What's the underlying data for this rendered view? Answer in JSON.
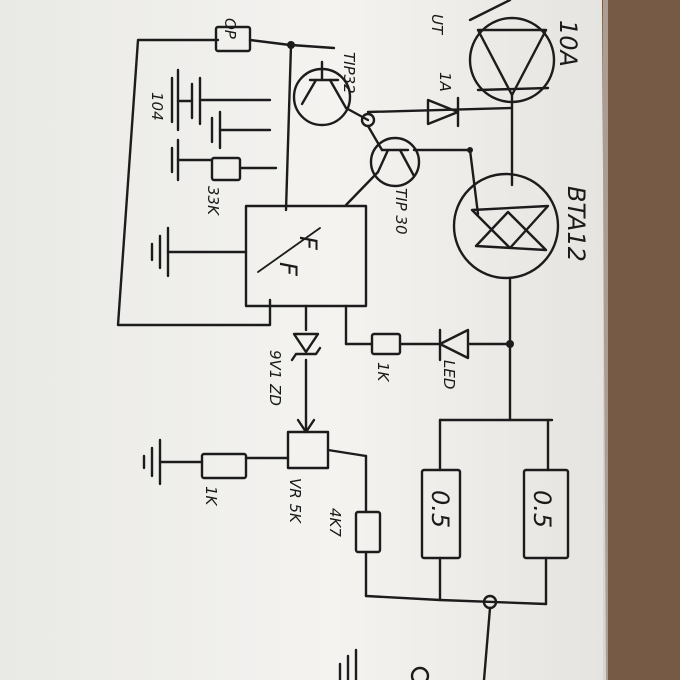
{
  "labels": {
    "out_partial": "UT",
    "top_partial": "OP",
    "fuse": "10A",
    "diode_top": "1A",
    "tip32": "TIP32",
    "tip30": "TIP 30",
    "cap_104": "104",
    "res_33k": "33K",
    "triac": "BTA12",
    "ic_top": "F",
    "ic_mid": "F",
    "zener": "9V1 ZD",
    "res_1k_mid": "1K",
    "led": "LED",
    "pot": "VR 5K",
    "res_1k_bot": "1K",
    "res_4k7": "4K7",
    "shunt1": "0.5",
    "shunt2": "0.5"
  },
  "colors": {
    "paper": "#f2f1ee",
    "ink": "#1c1c1c",
    "wood": "#7a5f4a"
  }
}
